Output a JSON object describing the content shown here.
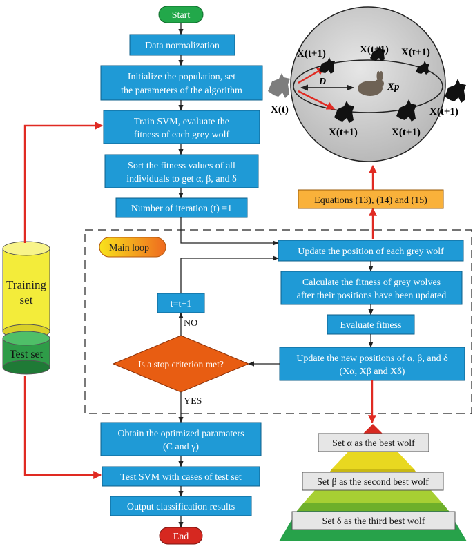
{
  "colors": {
    "process_box": "#1f9ad6",
    "terminal": "#22a84a",
    "end_terminal": "#d62820",
    "decision": "#e85d12",
    "equations_box": "#f9b13a",
    "main_loop_tag": "#f8c81c",
    "training_set": "#f3ec3a",
    "test_set": "#2e9c48",
    "sphere": "#c9c9c9",
    "arrow_red": "#e02a22"
  },
  "flow": {
    "start": "Start",
    "data_normalization": "Data normalization",
    "initialize": [
      "Initialize the population, set",
      "the parameters of the algorithm"
    ],
    "train": [
      "Train SVM, evaluate the",
      "fitness of each grey wolf"
    ],
    "sort": [
      "Sort the fitness values of all",
      "individuals to get α, β, and δ"
    ],
    "iteration": "Number of iteration (t) =1",
    "obtain": [
      "Obtain the optimized paramaters",
      "(C and γ)"
    ],
    "test_svm": "Test SVM with cases of test set",
    "output": "Output classification results",
    "end": "End"
  },
  "loop": {
    "tag": "Main loop",
    "update_position": "Update the position of each grey wolf",
    "calculate": [
      "Calculate the fitness of grey wolves",
      "after their positions have been updated"
    ],
    "evaluate": "Evaluate fitness",
    "update_new": [
      "Update the new positions of α, β, and δ",
      "(Xα, Xβ and Xδ)"
    ],
    "decision": "Is a stop criterion met?",
    "increment": "t=t+1",
    "no_label": "NO",
    "yes_label": "YES"
  },
  "dataset": {
    "training": [
      "Training",
      "set"
    ],
    "test": "Test set"
  },
  "equations": "Equations (13), (14) and (15)",
  "sphere": {
    "wolf_current": "X(t)",
    "wolf_next": "X(t+1)",
    "prey": "Xp",
    "distance": "D"
  },
  "pyramid": {
    "alpha": "Set α as the best wolf",
    "beta": "Set β as the second best wolf",
    "delta": "Set δ as the third best wolf"
  }
}
